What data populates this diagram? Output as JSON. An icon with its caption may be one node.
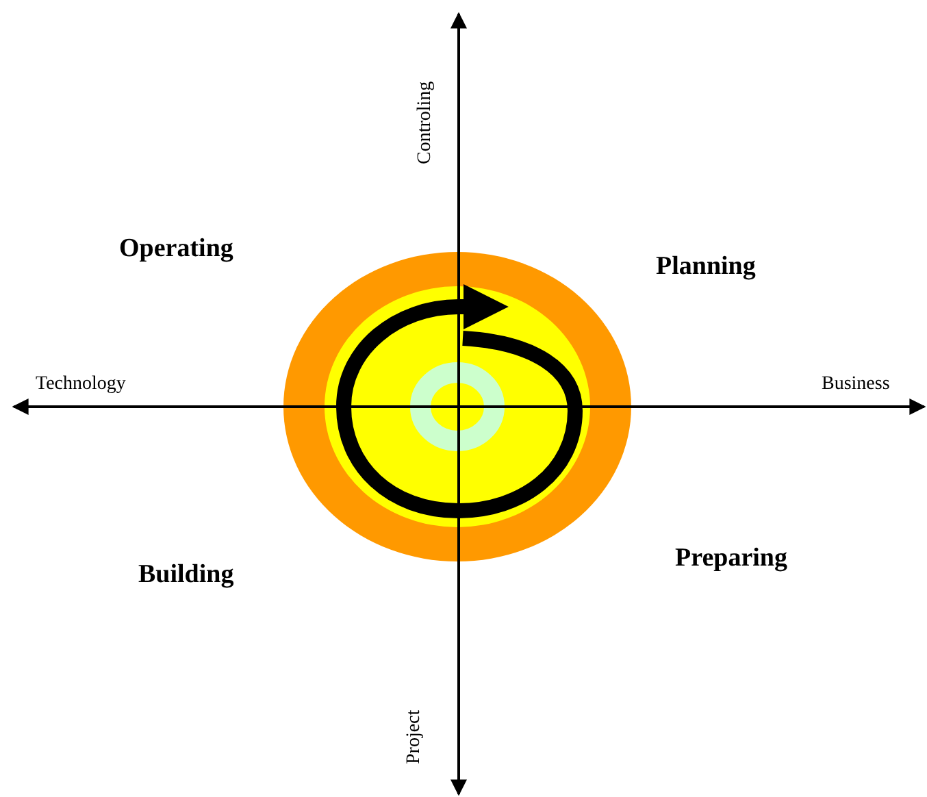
{
  "diagram": {
    "labels": [
      "Controling",
      "Operating",
      "Planning",
      "Technology",
      "Business",
      "Building",
      "Preparing",
      "Project"
    ]
  }
}
